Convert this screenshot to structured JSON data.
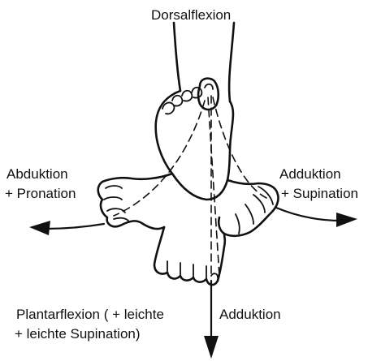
{
  "labels": {
    "top": "Dorsalflexion",
    "left_line1": "Abduktion",
    "left_line2": "+ Pronation",
    "right_line1": "Adduktion",
    "right_line2": "+ Supination",
    "bottom_line1_a": "Plantarflexion ( + leichte",
    "bottom_line1_b": "Adduktion",
    "bottom_line2": "+ leichte Supination)"
  }
}
